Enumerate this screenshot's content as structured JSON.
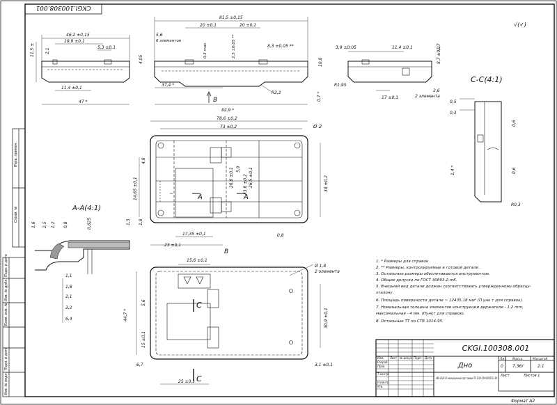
{
  "drawing": {
    "code": "CKGI.100308.001",
    "code_rotated": "CKGI.100308.001",
    "part_name": "Дно",
    "material": "ABS-2020-30 неокрашенный сорт первый ТУ 2214-019-00203521-96",
    "scale": "2:1",
    "mass": "7,36г",
    "sheet": "Лист",
    "sheets": "Листов 1",
    "format": "Формат A2",
    "roughness": "√(✓)"
  },
  "title_block": {
    "headers": [
      "Лит",
      "Масса",
      "Масштаб"
    ],
    "lit": "0",
    "rows": [
      "Изм.",
      "Лист",
      "№ докум.",
      "Подп.",
      "Дата",
      "Разраб.",
      "Пров.",
      "Т.контр.",
      "Н.контр.",
      "Утв."
    ]
  },
  "side_strip": [
    "Инв. № подл.",
    "Подп. и дата",
    "Взам. инв. №",
    "Инв. № дубл.",
    "Подп. и дата",
    "Справ. №",
    "Перв. примен."
  ],
  "views": {
    "a_a": "A-A(4:1)",
    "c_c": "C-C(4:1)",
    "b": "B",
    "arrow_a": "A",
    "arrow_c": "C",
    "arrow_b": "B"
  },
  "dims": {
    "top_left": [
      "46,2 ±0,15",
      "18,9 ±0,1",
      "5,3 ±0,1",
      "11,5 ±",
      "2,1",
      "11,4 ±0,1",
      "47 *"
    ],
    "top_middle": [
      "81,5 ±0,15",
      "20 ±0,1",
      "20 ±0,1",
      "5,6",
      "6 элементов",
      "0,3 max",
      "2,5 ±0,05 **",
      "8,3 ±0,05 **",
      "4,05",
      "10,8",
      "37,4 *",
      "R2,2",
      "82,9 *",
      "0,7 *"
    ],
    "top_right": [
      "3,9 ±0,05",
      "11,4 ±0,1",
      "1,7",
      "8,7 ±0,1",
      "R1,95",
      "17 ±0,1",
      "2,6",
      "2 элемента"
    ],
    "cc": [
      "0,5",
      "0,3",
      "0,6",
      "0,6",
      "1,4 *",
      "R0,3"
    ],
    "plan": [
      "78,6 ±0,2",
      "73 ±0,2",
      "Ø 2",
      "4,8",
      "14,65 ±0,1",
      "5,9",
      "26,6 ±0,1",
      "43,6 ±0,2",
      "26,5 ±0,1",
      "38 ±0,2",
      "17,35 ±0,1",
      "23 ±0,1",
      "0,8"
    ],
    "aa": [
      "1,6",
      "2,5",
      "1,2",
      "0,8",
      "0,825",
      "1,3",
      "1,8",
      "1,1",
      "1,8",
      "2,1",
      "3,2",
      "6,4"
    ],
    "bottom": [
      "15,6 ±0,1",
      "Ø 1,8",
      "2 элемента",
      "5,6",
      "44,7 *",
      "15 ±0,1",
      "30,9 ±0,1",
      "6,7",
      "25 ±0,1",
      "3,1 ±0,1"
    ]
  },
  "notes": [
    "1.  * Размеры для справок .",
    "2.  ** Размеры, контролируемые в готовой детали .",
    "3.  Остальные размеры обеспечиваются инструментом.",
    "4.  Общие допуски по ГОСТ 30893.2-mK.",
    "5.  Внешний вид детали должен соответствовать утвержденному образцу-",
    "     эталону.",
    "6.  Площадь поверхности детали  ~ 12435,18 мм² (П унк т для справок).",
    "7.  Номинальная толщина элементов конструкции  держателя - 1,2 mm,",
    "     максимальная - 4  мм. (Пункт для справок).",
    "8.  Остальные ТТ по СТБ 1014-95."
  ]
}
